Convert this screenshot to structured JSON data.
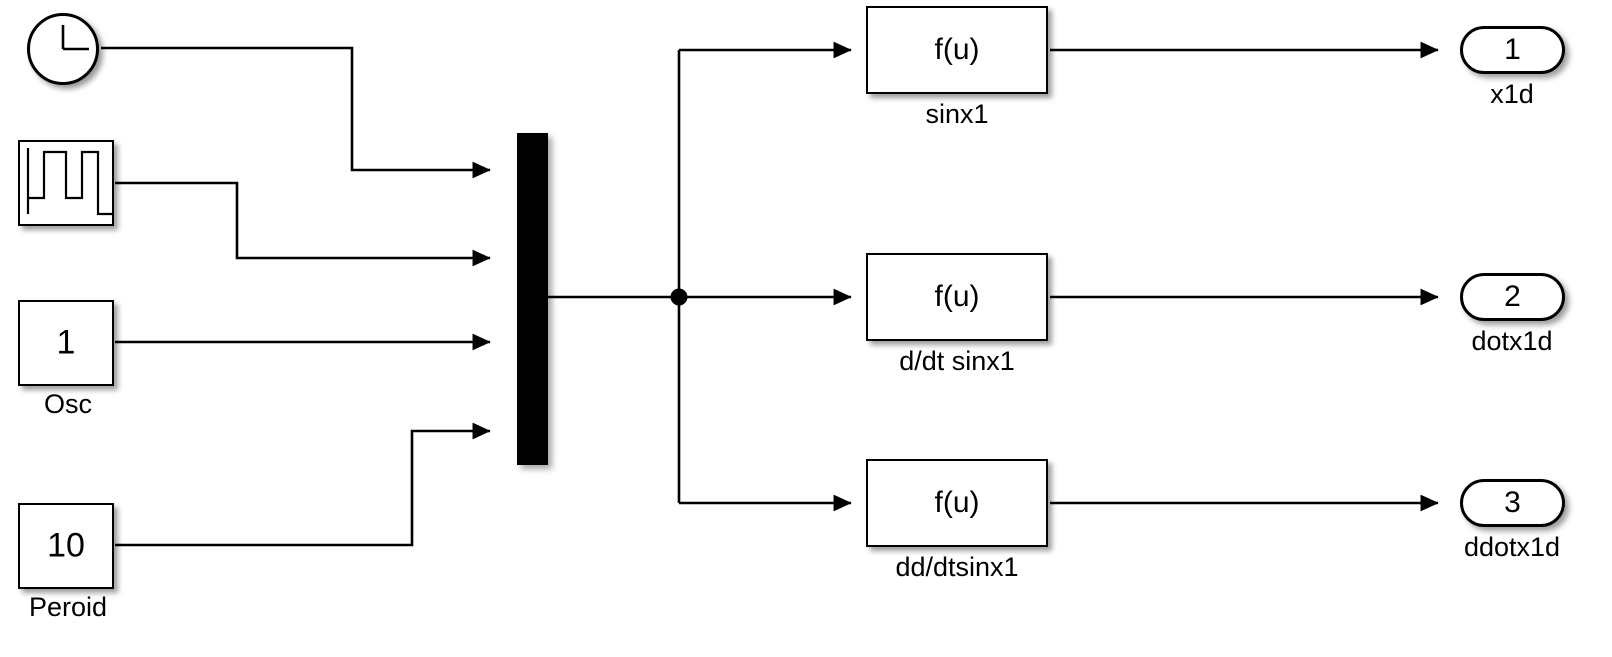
{
  "diagram": {
    "title": "Simulink block diagram",
    "background_color": "#ffffff",
    "line_color": "#000000",
    "block_fill": "#ffffff",
    "mux_color": "#000000"
  },
  "sources": {
    "clock": {
      "name": "clock-block",
      "icon": "clock-icon",
      "label": ""
    },
    "pulse_generator": {
      "name": "pulse-generator-block",
      "icon": "pulse-waveform-icon",
      "label": ""
    },
    "osc_constant": {
      "name": "constant-block-osc",
      "value": "1",
      "label": "Osc"
    },
    "period_constant": {
      "name": "constant-block-period",
      "value": "10",
      "label": "Peroid"
    }
  },
  "mux": {
    "name": "mux-block",
    "input_count": 4,
    "label": ""
  },
  "fcn_blocks": [
    {
      "expression": "f(u)",
      "label": "sinx1"
    },
    {
      "expression": "f(u)",
      "label": "d/dt sinx1"
    },
    {
      "expression": "f(u)",
      "label": "dd/dtsinx1"
    }
  ],
  "outports": [
    {
      "number": "1",
      "label": "x1d"
    },
    {
      "number": "2",
      "label": "dotx1d"
    },
    {
      "number": "3",
      "label": "ddotx1d"
    }
  ]
}
